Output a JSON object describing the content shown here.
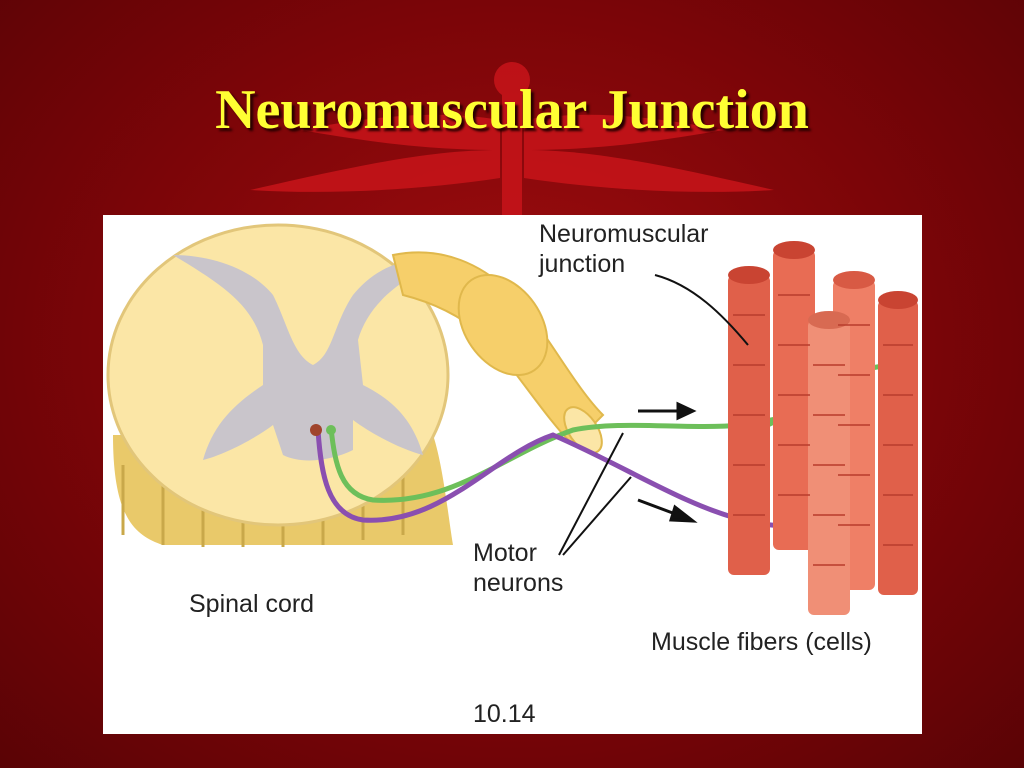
{
  "slide": {
    "title": "Neuromuscular Junction",
    "colors": {
      "background": "#8b0a0c",
      "title": "#ffff33",
      "emblem": "#c8141a"
    }
  },
  "diagram": {
    "labels": {
      "neuromuscular_junction": [
        "Neuromuscular",
        "junction"
      ],
      "motor_neurons": [
        "Motor",
        "neurons"
      ],
      "spinal_cord": "Spinal cord",
      "muscle_fibers": "Muscle fibers (cells)",
      "figure_number": "10.14"
    },
    "colors": {
      "spinal_cord_white_matter": "#fbe6a6",
      "spinal_cord_gray_matter": "#c9c5cb",
      "nerve_sheath": "#f6cf6a",
      "neuron_green": "#6dbf5a",
      "neuron_purple": "#8a4fb0",
      "muscle_fiber": "#e0604a"
    }
  }
}
